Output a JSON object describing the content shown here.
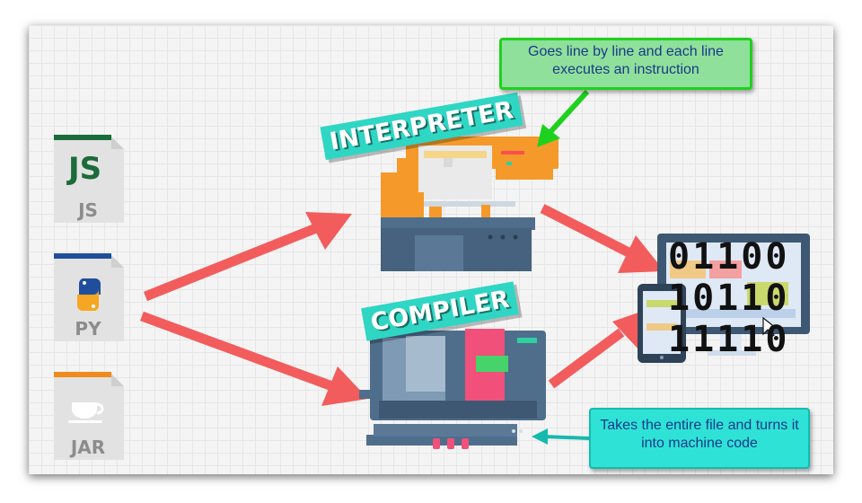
{
  "callouts": {
    "interpreter_note": "Goes line by line and each line executes an instruction",
    "compiler_note": "Takes the entire file and turns it into machine code"
  },
  "labels": {
    "interpreter": "INTERPRETER",
    "compiler": "COMPILER"
  },
  "files": [
    {
      "label": "JS",
      "glyph": "JS",
      "color": "#1c6b3a"
    },
    {
      "label": "PY",
      "glyph": "python-logo-icon",
      "color": "#1f4f9c"
    },
    {
      "label": "JAR",
      "glyph": "coffee-cup-icon",
      "color": "#f08a1a"
    }
  ],
  "machine_code": {
    "lines": [
      "01100",
      "10110",
      "11110"
    ]
  },
  "colors": {
    "arrow": "#f25c5c",
    "banner": "#2fd6c4",
    "interpreter_machine": "#f59a2a",
    "compiler_machine": "#4f6e8c",
    "callout_green": "#8fe09a",
    "callout_teal": "#2ee3d6"
  }
}
